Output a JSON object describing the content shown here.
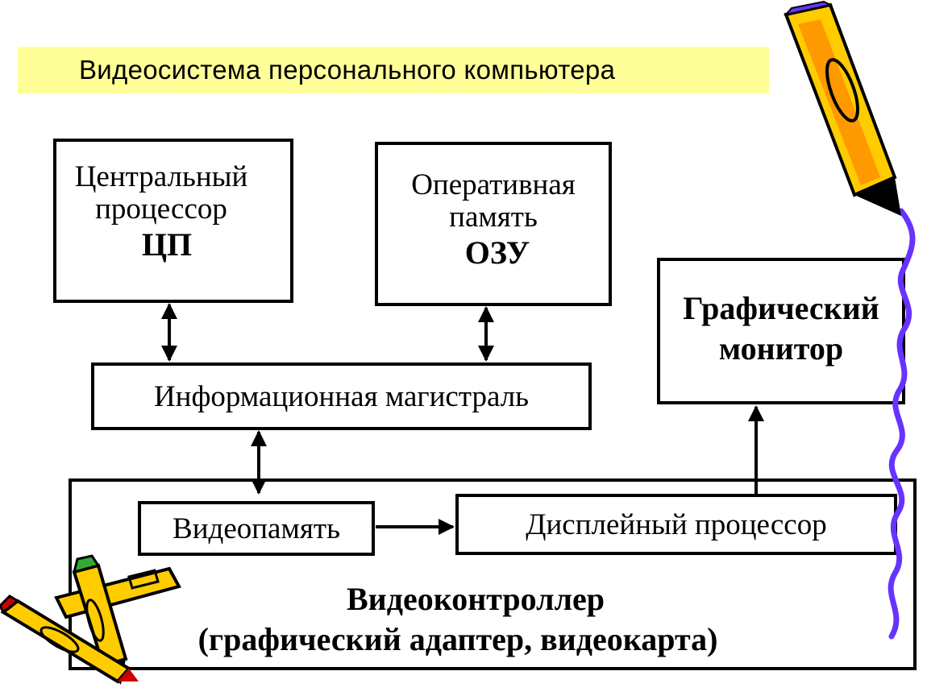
{
  "title": "Видеосистема персонального компьютера",
  "cpu": {
    "line1": "Центральный",
    "line2": "процессор",
    "abbr": "ЦП"
  },
  "ram": {
    "line1": "Оперативная",
    "line2": "память",
    "abbr": "ОЗУ"
  },
  "monitor": {
    "line1": "Графический",
    "line2": "монитор"
  },
  "bus": {
    "label": "Информационная магистраль"
  },
  "videomemory": {
    "label": "Видеопамять"
  },
  "display_processor": {
    "label": "Дисплейный процессор"
  },
  "videocontroller": {
    "line1": "Видеоконтроллер",
    "line2": "(графический адаптер, видеокарта)"
  },
  "decorations": {
    "pencil_colors": [
      "#ffcc00",
      "#ff9900",
      "#cc0000",
      "#33aa33"
    ],
    "scribble_color": "#6633ff"
  }
}
